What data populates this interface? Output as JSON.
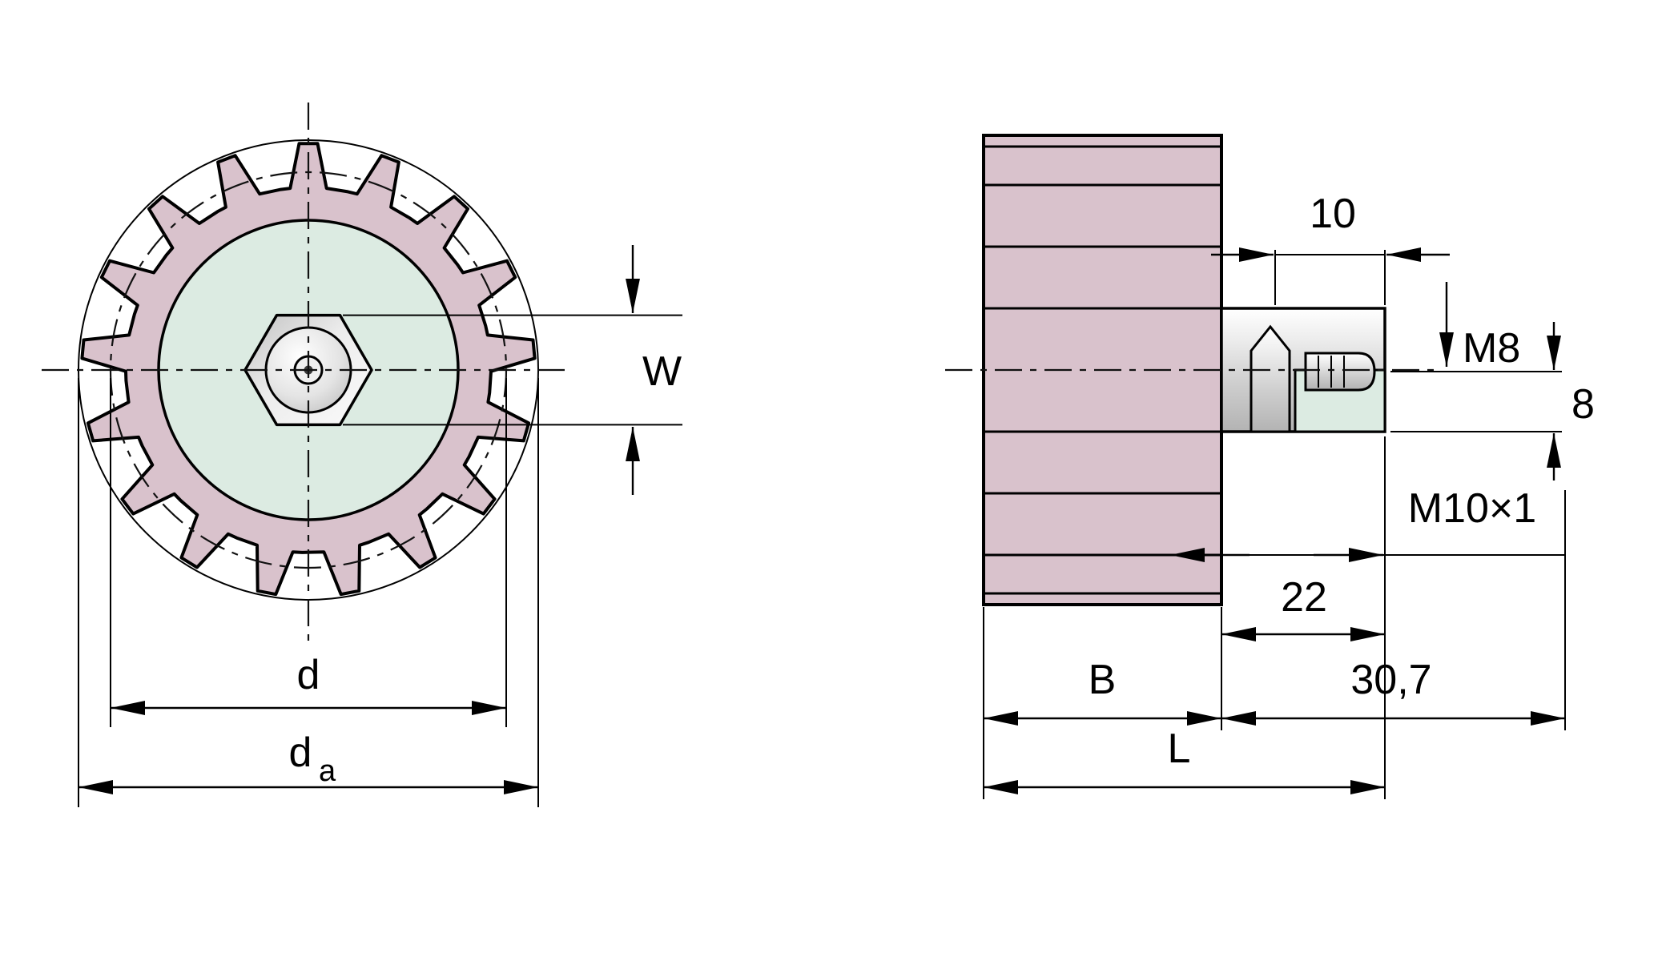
{
  "drawing": {
    "front_view": {
      "labels": {
        "w": "W",
        "d": "d",
        "da_base": "d",
        "da_sub": "a"
      }
    },
    "side_view": {
      "labels": {
        "offset_10": "10",
        "thread_m8": "M8",
        "dim_8": "8",
        "thread_m10x1": "M10×1",
        "dim_22": "22",
        "width_b": "B",
        "dim_30_7": "30,7",
        "length_l": "L"
      }
    },
    "colors": {
      "teeth_pink": "#d9c2cc",
      "hub_mint": "#dcebe2",
      "outline": "#000000"
    },
    "gear": {
      "tooth_count": 17
    }
  }
}
